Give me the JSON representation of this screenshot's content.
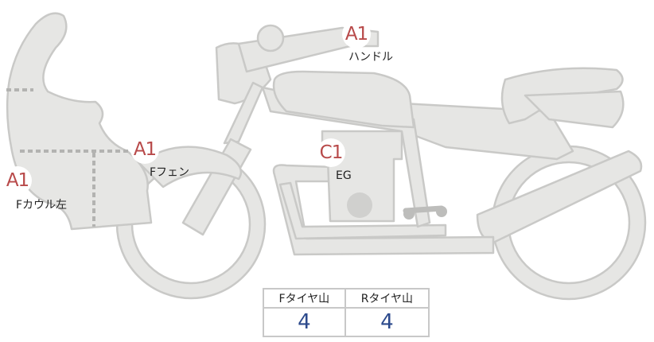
{
  "part_labels": {
    "handle": {
      "grade": "A1",
      "name": "ハンドル"
    },
    "front_fender": {
      "grade": "A1",
      "name": "Fフェン"
    },
    "front_cowl_left": {
      "grade": "A1",
      "name": "Fカウル左"
    },
    "engine": {
      "grade": "C1",
      "name": "EG"
    }
  },
  "tire_table": {
    "front": {
      "header": "Fタイヤ山",
      "value": "4"
    },
    "rear": {
      "header": "Rタイヤ山",
      "value": "4"
    }
  },
  "colors": {
    "body_fill": "#e6e6e4",
    "body_stroke": "#c9c9c7",
    "grade_text": "#b84a4a",
    "tire_value": "#2c4a8c"
  }
}
